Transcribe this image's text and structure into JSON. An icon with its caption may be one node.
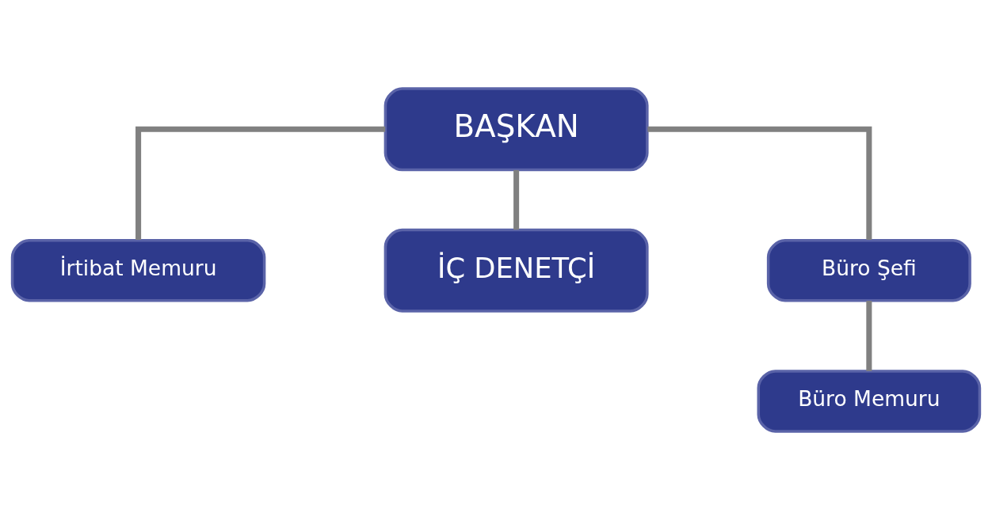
{
  "diagram": {
    "nodes": [
      {
        "text": [
          "BAŞKAN"
        ]
      },
      {
        "text": [
          "İrtibat Memuru"
        ]
      },
      {
        "text": [
          "İÇ DENETÇİ"
        ]
      },
      {
        "text": [
          "Büro Şefi"
        ]
      },
      {
        "text": [
          "Büro Memuru"
        ]
      }
    ],
    "edges": [
      {
        "from": 0,
        "to": 1,
        "arrow": "none"
      },
      {
        "from": 0,
        "to": 2,
        "arrow": "none"
      },
      {
        "from": 0,
        "to": 3,
        "arrow": "none"
      },
      {
        "from": 3,
        "to": 4,
        "arrow": "none"
      }
    ]
  }
}
